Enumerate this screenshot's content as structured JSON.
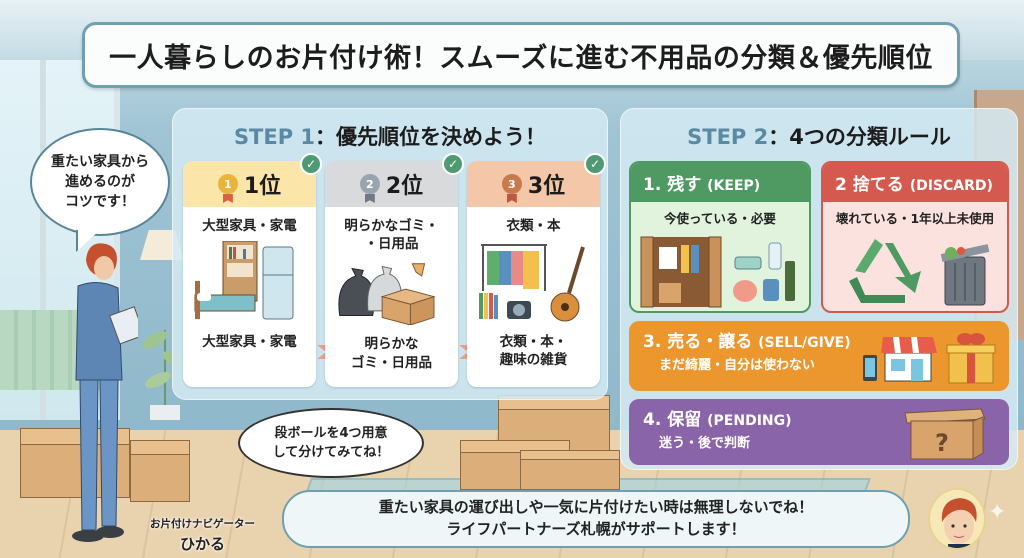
{
  "title": "一人暮らしのお片付け術！スムーズに進む不用品の分類＆優先順位",
  "step1": {
    "step_label": "STEP 1",
    "heading": "：優先順位を決めよう！",
    "ranks": [
      {
        "rank": "1位",
        "medal_num": "1",
        "medal_color": "#e9b43a",
        "header_bg": "#fbe5a8",
        "top_label": "大型家具・家電",
        "illustration": "bookshelf-bed-fridge",
        "bottom_label": "大型家具・家電",
        "checked": true
      },
      {
        "rank": "2位",
        "medal_num": "2",
        "medal_color": "#9aa4ae",
        "header_bg": "#d9dadc",
        "top_label": "明らかなゴミ・\n・日用品",
        "illustration": "trash-bags-cardboard",
        "bottom_label": "明らかな\nゴミ・日用品",
        "checked": true
      },
      {
        "rank": "3位",
        "medal_num": "3",
        "medal_color": "#c87a4e",
        "header_bg": "#f3c7a7",
        "top_label": "衣類・本",
        "illustration": "clothes-books-camera-guitar",
        "bottom_label": "衣類・本・\n趣味の雑貨",
        "checked": true
      }
    ]
  },
  "step2": {
    "step_label": "STEP 2",
    "heading": "：4つの分類ルール",
    "categories": [
      {
        "num": "1.",
        "name": "残す",
        "en": "(KEEP)",
        "desc": "今使っている・必要",
        "color": "#4f9a62",
        "illustration": "closet-bottles-towel"
      },
      {
        "num": "2",
        "name": "捨てる",
        "en": "(DISCARD)",
        "desc": "壊れている・1年以上未使用",
        "color": "#d45a4f",
        "illustration": "recycle-trash-can"
      },
      {
        "num": "3.",
        "name": "売る・譲る",
        "en": "(SELL/GIVE)",
        "desc": "まだ綺麗・自分は使わない",
        "color": "#ec962e",
        "illustration": "phone-shop-gift"
      },
      {
        "num": "4.",
        "name": "保留",
        "en": "(PENDING)",
        "desc": "迷う・後で判断",
        "color": "#8a64a8",
        "illustration": "question-box"
      }
    ]
  },
  "bubbles": {
    "tip_top": "重たい家具から\n進めるのが\nコツです！",
    "tip_middle": "段ボールを4つ用意\nして分けてみてね！",
    "tip_bottom": "重たい家具の運び出しや一気に片付けたい時は無理しないでね！\nライフパートナーズ札幌がサポートします！"
  },
  "navigator": {
    "role": "お片付けナビゲーター",
    "name": "ひかる"
  }
}
